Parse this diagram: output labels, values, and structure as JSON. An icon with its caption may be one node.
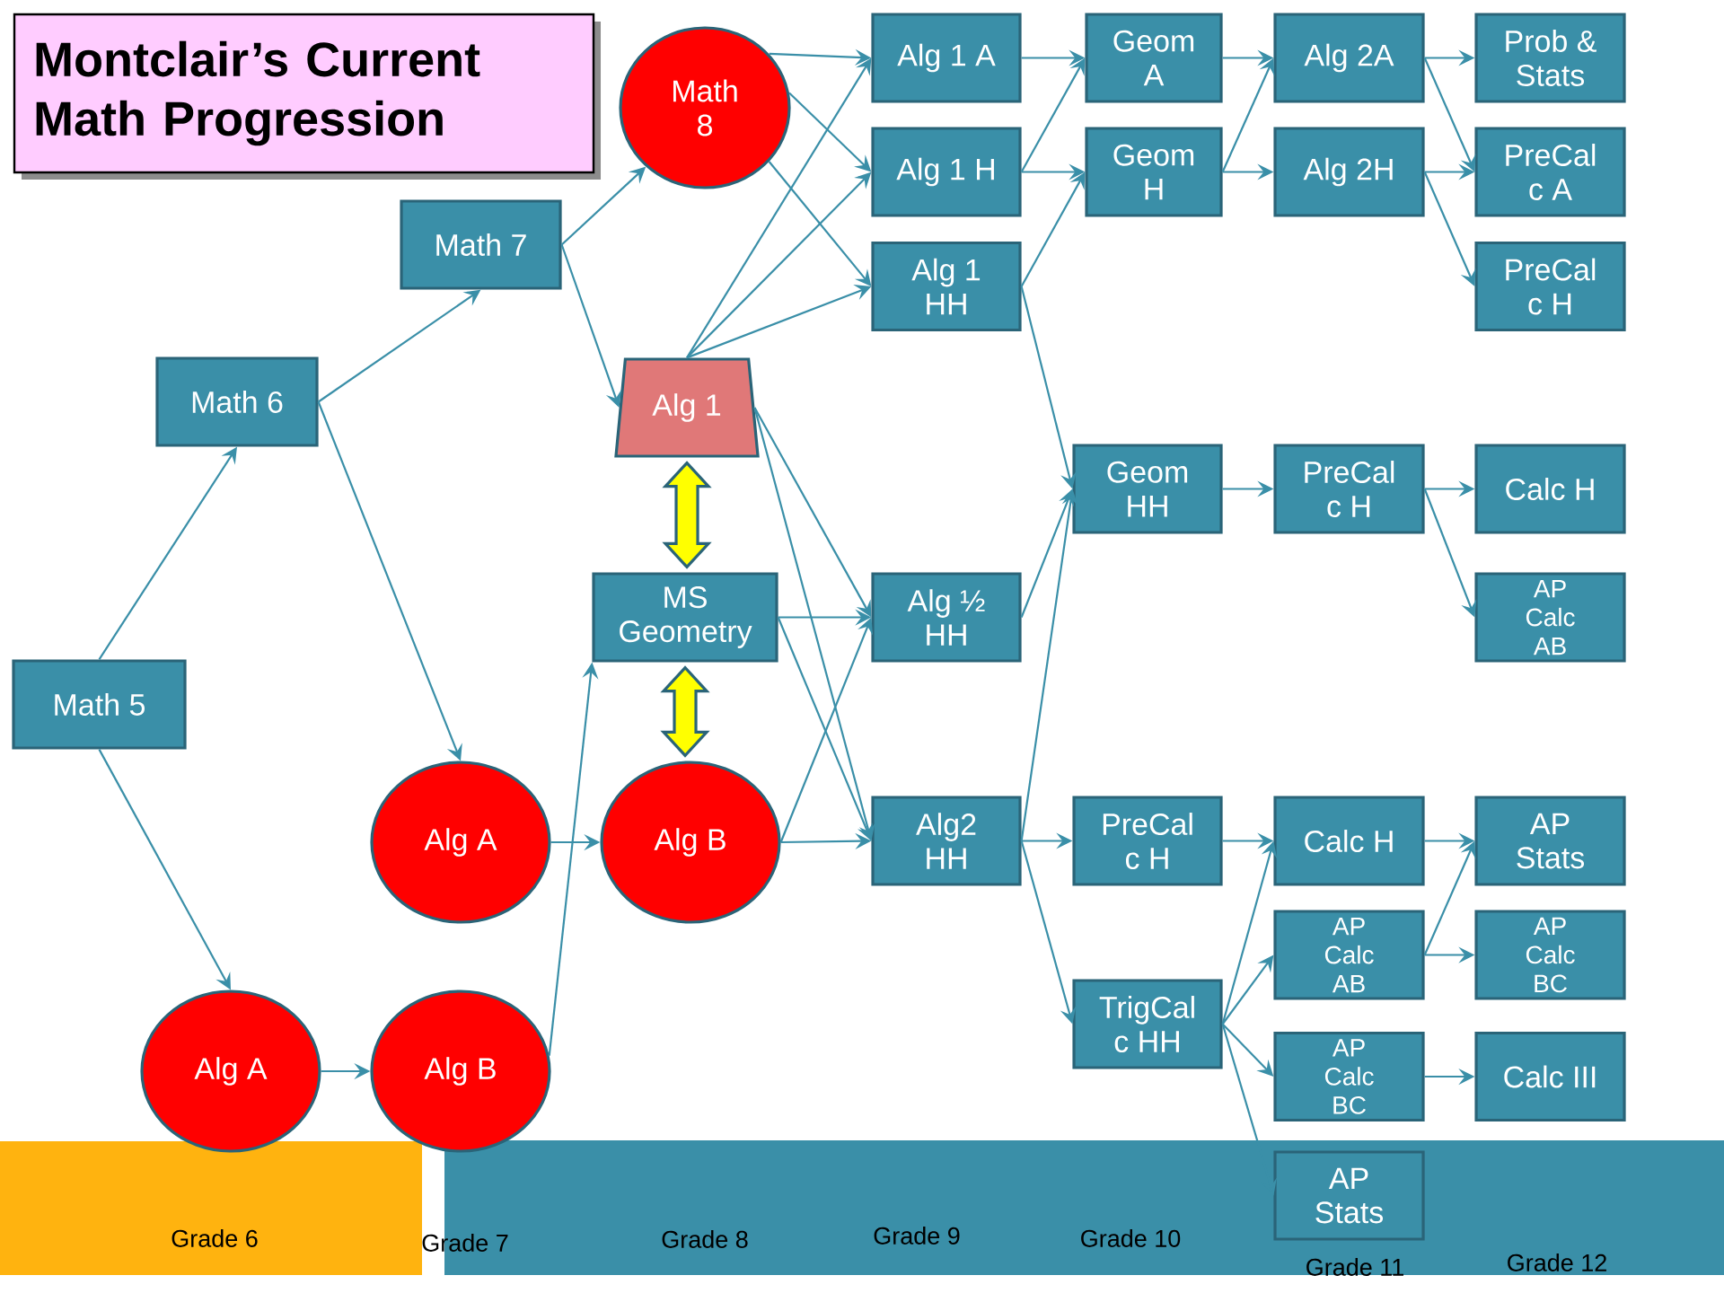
{
  "diagram": {
    "title": "Montclair’s Current Math Progression",
    "nodes": [
      {
        "text": [
          "Math 5"
        ]
      },
      {
        "text": [
          "Math 6"
        ]
      },
      {
        "text": [
          "Math 7"
        ]
      },
      {
        "text": [
          "Math 8"
        ]
      },
      {
        "text": [
          "Alg 1"
        ]
      },
      {
        "text": [
          "MS Geometry"
        ]
      },
      {
        "text": [
          "Alg A"
        ]
      },
      {
        "text": [
          "Alg B"
        ]
      },
      {
        "text": [
          "Alg A"
        ]
      },
      {
        "text": [
          "Alg B"
        ]
      },
      {
        "text": [
          "Alg 1 A"
        ]
      },
      {
        "text": [
          "Alg 1 H"
        ]
      },
      {
        "text": [
          "Alg 1 HH"
        ]
      },
      {
        "text": [
          "Alg ½ HH"
        ]
      },
      {
        "text": [
          "Alg2 HH"
        ]
      },
      {
        "text": [
          "Geom A"
        ]
      },
      {
        "text": [
          "Geom H"
        ]
      },
      {
        "text": [
          "Geom HH"
        ]
      },
      {
        "text": [
          "PreCal c H"
        ]
      },
      {
        "text": [
          "TrigCal c HH"
        ]
      },
      {
        "text": [
          "Alg 2A"
        ]
      },
      {
        "text": [
          "Alg 2H"
        ]
      },
      {
        "text": [
          "PreCal c H"
        ]
      },
      {
        "text": [
          "Calc H"
        ]
      },
      {
        "text": [
          "AP Calc AB"
        ]
      },
      {
        "text": [
          "AP Calc BC"
        ]
      },
      {
        "text": [
          "AP Stats"
        ]
      },
      {
        "text": [
          "Prob & Stats"
        ]
      },
      {
        "text": [
          "PreCal c A"
        ]
      },
      {
        "text": [
          "PreCal c H"
        ]
      },
      {
        "text": [
          "Calc H"
        ]
      },
      {
        "text": [
          "AP Calc AB"
        ]
      },
      {
        "text": [
          "AP Stats"
        ]
      },
      {
        "text": [
          "AP Calc BC"
        ]
      },
      {
        "text": [
          "Calc III"
        ]
      }
    ],
    "edges": [
      {
        "from": 0,
        "to": 1,
        "arrow": "to"
      },
      {
        "from": 0,
        "to": 8,
        "arrow": "to"
      },
      {
        "from": 1,
        "to": 2,
        "arrow": "to"
      },
      {
        "from": 1,
        "to": 6,
        "arrow": "to"
      },
      {
        "from": 2,
        "to": 3,
        "arrow": "to"
      },
      {
        "from": 2,
        "to": 4,
        "arrow": "to"
      },
      {
        "from": 3,
        "to": 10,
        "arrow": "to"
      },
      {
        "from": 3,
        "to": 11,
        "arrow": "to"
      },
      {
        "from": 3,
        "to": 12,
        "arrow": "to"
      },
      {
        "from": 4,
        "to": 10,
        "arrow": "to"
      },
      {
        "from": 4,
        "to": 11,
        "arrow": "to"
      },
      {
        "from": 4,
        "to": 12,
        "arrow": "to"
      },
      {
        "from": 4,
        "to": 13,
        "arrow": "to"
      },
      {
        "from": 4,
        "to": 14,
        "arrow": "to"
      },
      {
        "from": 4,
        "to": 5,
        "arrow": "both",
        "style": "thick",
        "color": "#ffff00"
      },
      {
        "from": 5,
        "to": 7,
        "arrow": "both",
        "style": "thick",
        "color": "#ffff00"
      },
      {
        "from": 5,
        "to": 13,
        "arrow": "to"
      },
      {
        "from": 5,
        "to": 14,
        "arrow": "to"
      },
      {
        "from": 6,
        "to": 7,
        "arrow": "to"
      },
      {
        "from": 7,
        "to": 13,
        "arrow": "to"
      },
      {
        "from": 7,
        "to": 14,
        "arrow": "to"
      },
      {
        "from": 8,
        "to": 9,
        "arrow": "to"
      },
      {
        "from": 9,
        "to": 5,
        "arrow": "to"
      },
      {
        "from": 10,
        "to": 15,
        "arrow": "to"
      },
      {
        "from": 11,
        "to": 15,
        "arrow": "to"
      },
      {
        "from": 11,
        "to": 16,
        "arrow": "to"
      },
      {
        "from": 12,
        "to": 16,
        "arrow": "to"
      },
      {
        "from": 12,
        "to": 17,
        "arrow": "to"
      },
      {
        "from": 13,
        "to": 17,
        "arrow": "to"
      },
      {
        "from": 14,
        "to": 17,
        "arrow": "to"
      },
      {
        "from": 14,
        "to": 18,
        "arrow": "to"
      },
      {
        "from": 14,
        "to": 19,
        "arrow": "to"
      },
      {
        "from": 15,
        "to": 20,
        "arrow": "to"
      },
      {
        "from": 16,
        "to": 20,
        "arrow": "to"
      },
      {
        "from": 16,
        "to": 21,
        "arrow": "to"
      },
      {
        "from": 17,
        "to": 22,
        "arrow": "to"
      },
      {
        "from": 18,
        "to": 23,
        "arrow": "to"
      },
      {
        "from": 19,
        "to": 23,
        "arrow": "to"
      },
      {
        "from": 19,
        "to": 24,
        "arrow": "to"
      },
      {
        "from": 19,
        "to": 25,
        "arrow": "to"
      },
      {
        "from": 19,
        "to": 26,
        "arrow": "to"
      },
      {
        "from": 20,
        "to": 27,
        "arrow": "to"
      },
      {
        "from": 20,
        "to": 28,
        "arrow": "to"
      },
      {
        "from": 21,
        "to": 28,
        "arrow": "to"
      },
      {
        "from": 21,
        "to": 29,
        "arrow": "to"
      },
      {
        "from": 22,
        "to": 30,
        "arrow": "to"
      },
      {
        "from": 22,
        "to": 31,
        "arrow": "to"
      },
      {
        "from": 23,
        "to": 32,
        "arrow": "to"
      },
      {
        "from": 24,
        "to": 32,
        "arrow": "to"
      },
      {
        "from": 24,
        "to": 33,
        "arrow": "to"
      },
      {
        "from": 25,
        "to": 34,
        "arrow": "to"
      }
    ],
    "labels": [
      "Grade 6",
      "Grade 7",
      "Grade 8",
      "Grade 9",
      "Grade 10",
      "Grade 11",
      "Grade 12"
    ]
  }
}
